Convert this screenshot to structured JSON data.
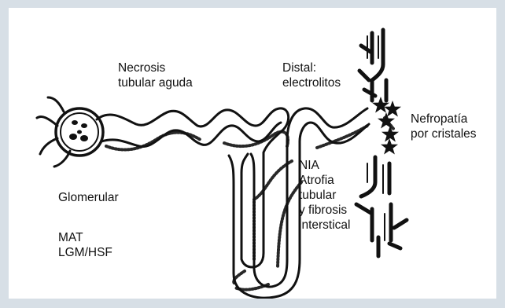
{
  "labels": {
    "necrosis": [
      "Necrosis",
      "tubular aguda"
    ],
    "distal": [
      "Distal:",
      "electrolitos"
    ],
    "nefropatia": [
      "Nefropatía",
      "por cristales"
    ],
    "nia": [
      "NIA",
      "Atrofia",
      "tubular",
      "y fibrosis",
      "interstical"
    ],
    "glomerular": "Glomerular",
    "mat": [
      "MAT",
      "LGM/HSF"
    ]
  },
  "colors": {
    "frame": "#d7dfe6",
    "ink": "#111111"
  },
  "icons": [
    "star-icon"
  ]
}
